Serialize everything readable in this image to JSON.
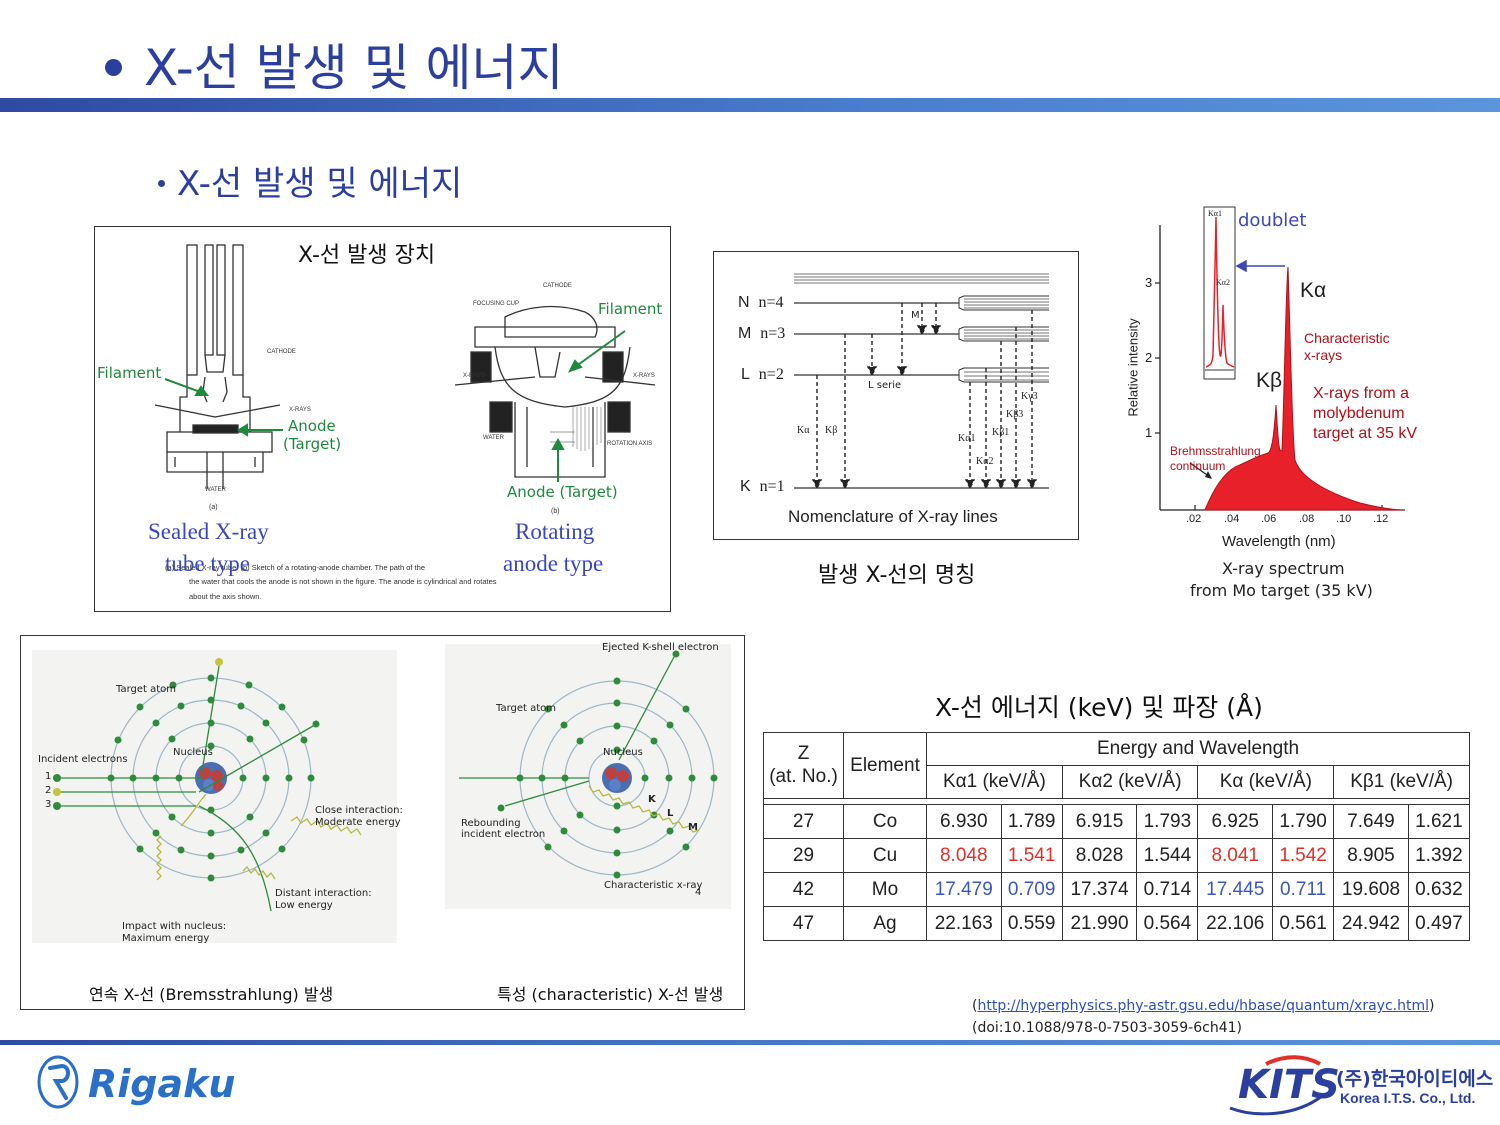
{
  "page": {
    "title": "X-선 발생 및 에너지",
    "subtitle": "X-선 발생 및 에너지"
  },
  "device_figure": {
    "title": "X-선 발생 장치",
    "filament_left": "Filament",
    "filament_right": "Filament",
    "anode_left": "Anode",
    "anode_left_sub": "(Target)",
    "anode_right": "Anode (Target)",
    "sealed": "Sealed X-ray",
    "sealed2": "tube type",
    "rotating": "Rotating",
    "rotating2": "anode type",
    "scan_cathode": "CATHODE",
    "scan_cathode2": "CATHODE",
    "scan_focusing": "FOCUSING CUP",
    "scan_xrays": "X-RAYS",
    "scan_xrays2": "X-RAYS",
    "scan_xrays3": "X-RAYS",
    "scan_water": "WATER",
    "scan_water2": "WATER",
    "scan_rotation": "ROTATION AXIS",
    "scan_a": "(a)",
    "scan_b": "(b)",
    "scan_caption1": "(a) Sealed X-ray tube. (b) Sketch of a rotating-anode chamber. The path of the",
    "scan_caption2": "the water that cools the anode is not shown in  the figure. The anode is cylindrical and rotates",
    "scan_caption3": "about the axis shown."
  },
  "nomenclature": {
    "shells": [
      {
        "letter": "N",
        "n": "n=4"
      },
      {
        "letter": "M",
        "n": "n=3"
      },
      {
        "letter": "L",
        "n": "n=2"
      },
      {
        "letter": "K",
        "n": "n=1"
      }
    ],
    "m_label": "M",
    "l_serie": "L serie",
    "ka": "Kα",
    "kb": "Kβ",
    "ka1": "Kα1",
    "ka2": "Kα2",
    "kb1": "Kβ1",
    "kb3": "Kβ3",
    "kg3": "Kγ3",
    "caption": "Nomenclature of X-ray lines",
    "below": "발생 X-선의 명칭"
  },
  "spectrum": {
    "doublet": "doublet",
    "inset_ka1": "Kα1",
    "inset_ka2": "Kα2",
    "ka_label": "Kα",
    "kb_label": "Kβ",
    "char1": "Characteristic",
    "char2": "x-rays",
    "mo1": "X-rays from a",
    "mo2": "molybdenum",
    "mo3": "target at 35 kV",
    "brems1": "Brehmsstrahlung",
    "brems2": "continuum",
    "ylabel": "Relative intensity",
    "xlabel": "Wavelength (nm)",
    "yticks": [
      "1",
      "2",
      "3"
    ],
    "xticks": [
      ".02",
      ".04",
      ".06",
      ".08",
      ".10",
      ".12"
    ],
    "caption1": "X-ray spectrum",
    "caption2": "from Mo target (35 kV)"
  },
  "atoms": {
    "target_atom": "Target atom",
    "target_atom2": "Target atom",
    "incident": "Incident electrons",
    "nucleus": "Nucleus",
    "nucleus2": "Nucleus",
    "close": "Close interaction:",
    "close2": "Moderate energy",
    "distant": "Distant interaction:",
    "distant2": "Low energy",
    "impact": "Impact with nucleus:",
    "impact2": "Maximum energy",
    "ejected": "Ejected K-shell electron",
    "rebound": "Rebounding",
    "rebound2": "incident electron",
    "charx": "Characteristic x-ray",
    "k": "K",
    "l": "L",
    "m": "M",
    "n1": "1",
    "n2": "2",
    "n3": "3",
    "n4": "4",
    "cap_left": "연속 X-선 (Bremsstrahlung) 발생",
    "cap_right": "특성 (characteristic) X-선 발생"
  },
  "table": {
    "title": "X-선 에너지 (keV) 및 파장 (Å)",
    "h_z": "Z",
    "h_z2": "(at. No.)",
    "h_element": "Element",
    "h_group": "Energy and Wavelength",
    "h_sub": [
      "Kα1 (keV/Å)",
      "Kα2 (keV/Å)",
      "Kα (keV/Å)",
      "Kβ1 (keV/Å)"
    ],
    "rows": [
      {
        "z": "27",
        "el": "Co",
        "v": [
          "6.930",
          "1.789",
          "6.915",
          "1.793",
          "6.925",
          "1.790",
          "7.649",
          "1.621"
        ]
      },
      {
        "z": "29",
        "el": "Cu",
        "v": [
          "8.048",
          "1.541",
          "8.028",
          "1.544",
          "8.041",
          "1.542",
          "8.905",
          "1.392"
        ]
      },
      {
        "z": "42",
        "el": "Mo",
        "v": [
          "17.479",
          "0.709",
          "17.374",
          "0.714",
          "17.445",
          "0.711",
          "19.608",
          "0.632"
        ]
      },
      {
        "z": "47",
        "el": "Ag",
        "v": [
          "22.163",
          "0.559",
          "21.990",
          "0.564",
          "22.106",
          "0.561",
          "24.942",
          "0.497"
        ]
      }
    ],
    "highlight_colors": {
      "cu": "#e0302a",
      "mo": "#3a58b8"
    }
  },
  "sources": {
    "url": "http://hyperphysics.phy-astr.gsu.edu/hbase/quantum/xrayc.html",
    "open": "(",
    "close": ")",
    "doi": "(doi:10.1088/978-0-7503-3059-6ch41)"
  },
  "footer": {
    "rigaku": "Rigaku",
    "kits": "KITS",
    "korean_company": "(주)한국아이티에스",
    "english_company": "Korea I.T.S. Co., Ltd."
  },
  "colors": {
    "accent": "#2b3f9e",
    "green_label": "#1e8a3c",
    "spectrum_fill": "#e8202a"
  }
}
